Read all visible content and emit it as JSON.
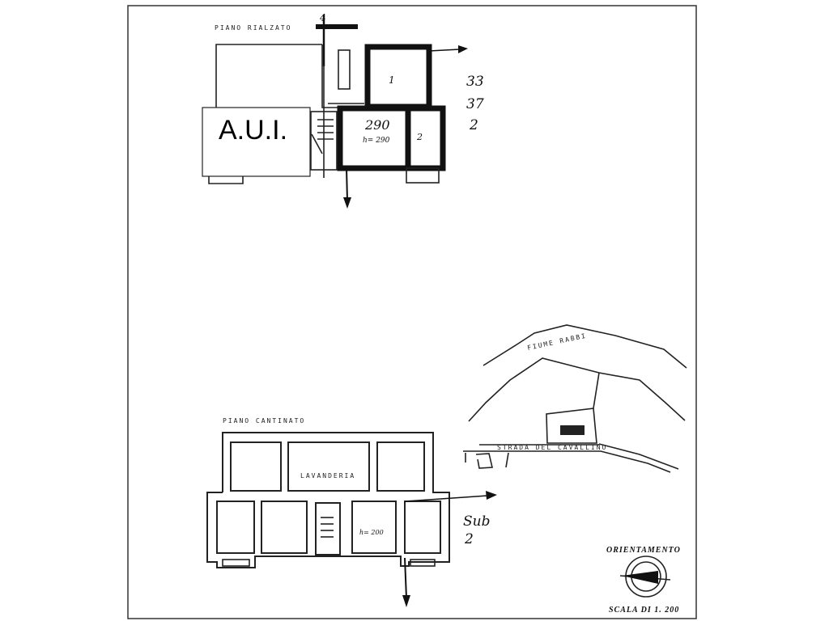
{
  "upper_plan": {
    "title": "PIANO RIALZATO",
    "aui_label": "A.U.I.",
    "room_1": "1",
    "room_2": "2",
    "area_note": "290",
    "height_note": "h= 290",
    "section_mark": "4",
    "side_numbers": [
      "33",
      "37",
      "2"
    ]
  },
  "lower_plan": {
    "title": "PIANO CANTINATO",
    "laundry": "LAVANDERIA",
    "height_note": "h= 200",
    "sub_label": "Sub",
    "sub_number": "2"
  },
  "site_map": {
    "river": "FIUME RABBI",
    "road": "STRADA DEL CAVALLINO"
  },
  "legend": {
    "orientation": "ORIENTAMENTO",
    "scale": "SCALA DI 1. 200"
  }
}
